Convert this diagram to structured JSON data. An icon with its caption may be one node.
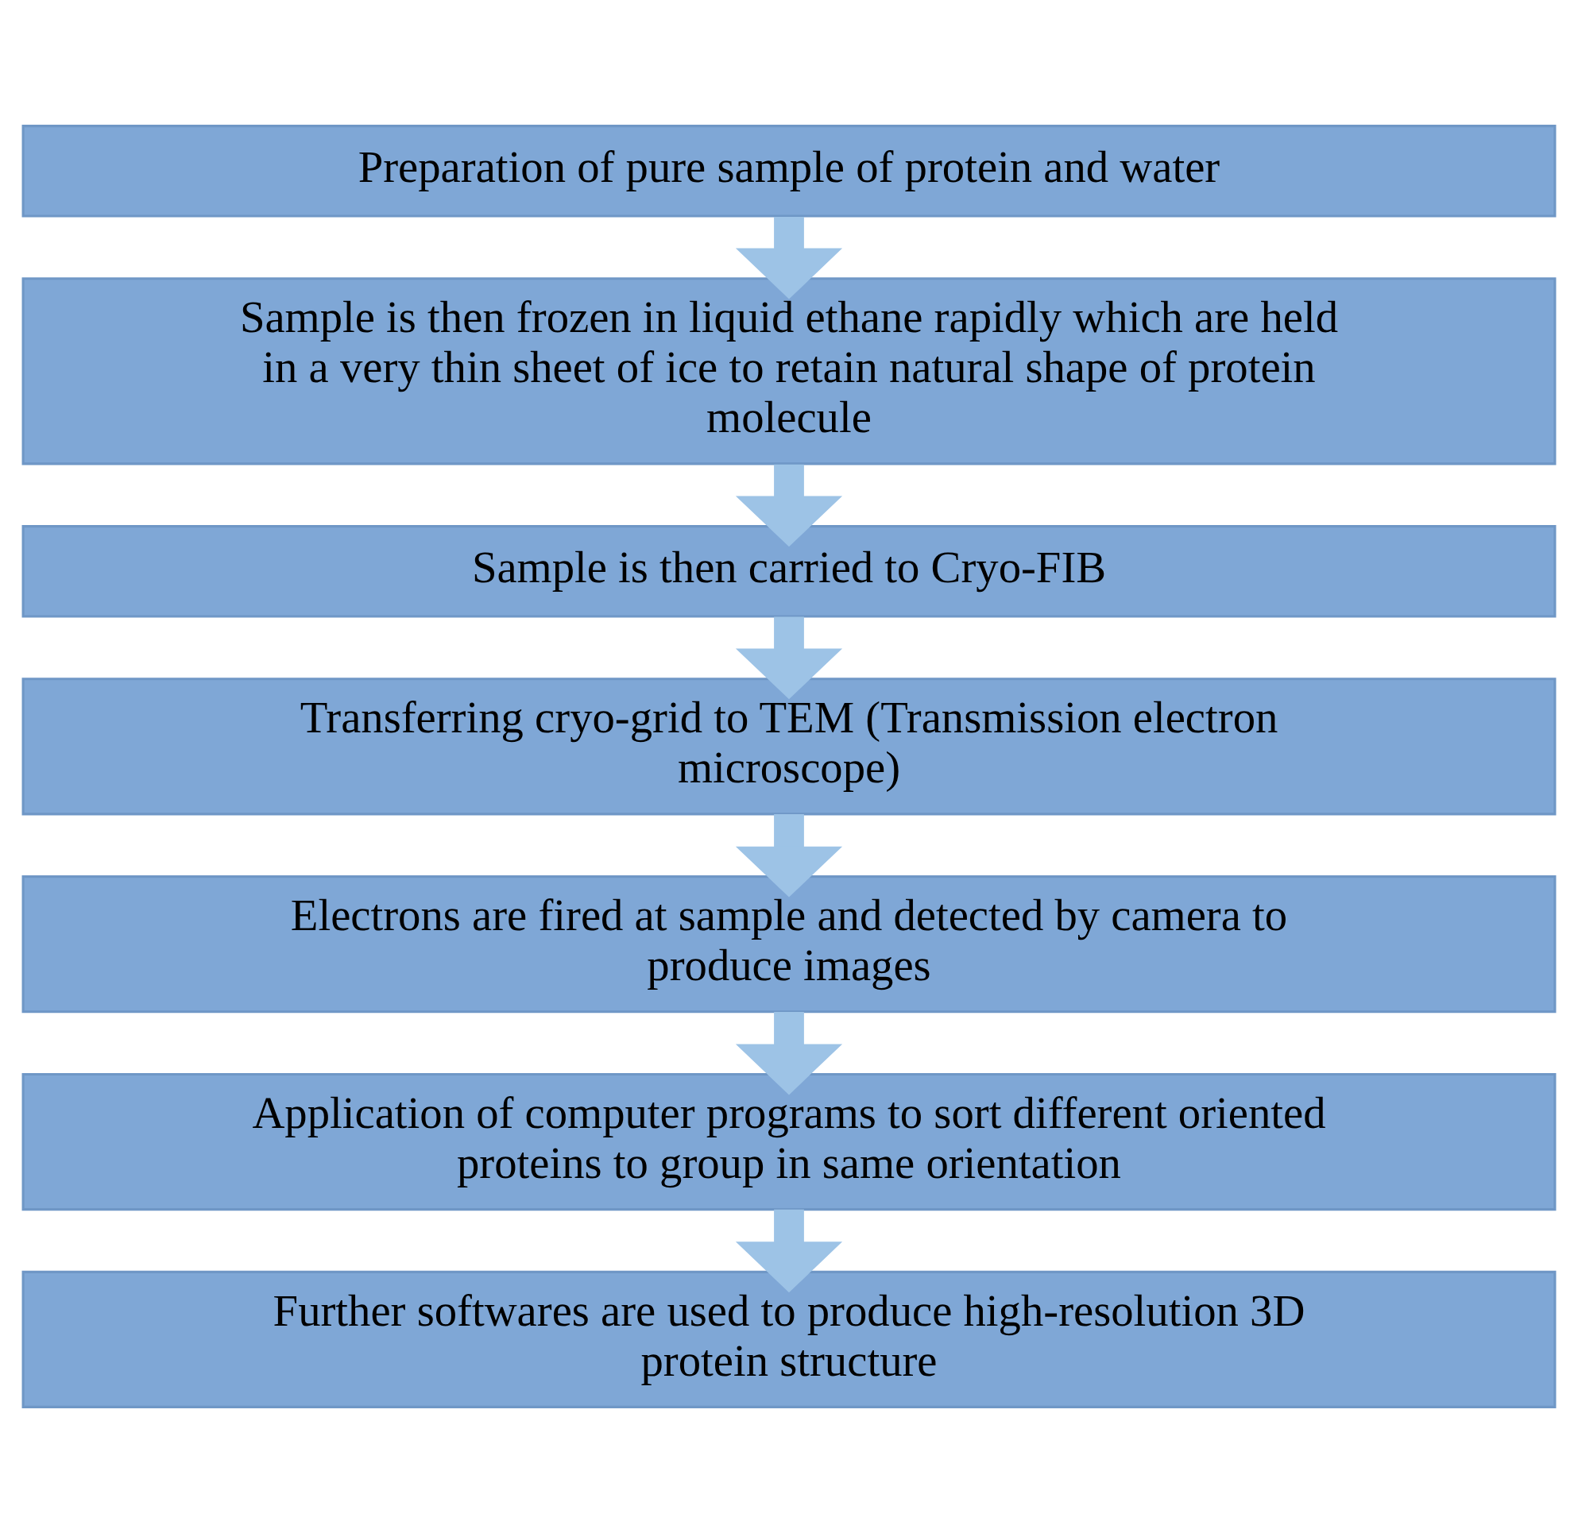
{
  "diagram": {
    "nodes": [
      {
        "text": [
          "Preparation of pure sample of protein and water"
        ]
      },
      {
        "text": [
          "Sample is then frozen in liquid ethane rapidly which are held in a very thin sheet of ice to retain natural shape of protein molecule"
        ]
      },
      {
        "text": [
          "Sample is then carried to Cryo-FIB"
        ]
      },
      {
        "text": [
          "Transferring cryo-grid to TEM (Transmission electron microscope)"
        ]
      },
      {
        "text": [
          "Electrons are fired at sample and detected by camera to produce images"
        ]
      },
      {
        "text": [
          "Application of computer programs to sort different oriented proteins to group in same orientation"
        ]
      },
      {
        "text": [
          "Further softwares are used to produce high-resolution 3D protein structure"
        ]
      }
    ],
    "edges": [
      {
        "from": 0,
        "to": 1,
        "arrow": "to"
      },
      {
        "from": 1,
        "to": 2,
        "arrow": "to"
      },
      {
        "from": 2,
        "to": 3,
        "arrow": "to"
      },
      {
        "from": 3,
        "to": 4,
        "arrow": "to"
      },
      {
        "from": 4,
        "to": 5,
        "arrow": "to"
      },
      {
        "from": 5,
        "to": 6,
        "arrow": "to"
      }
    ]
  }
}
